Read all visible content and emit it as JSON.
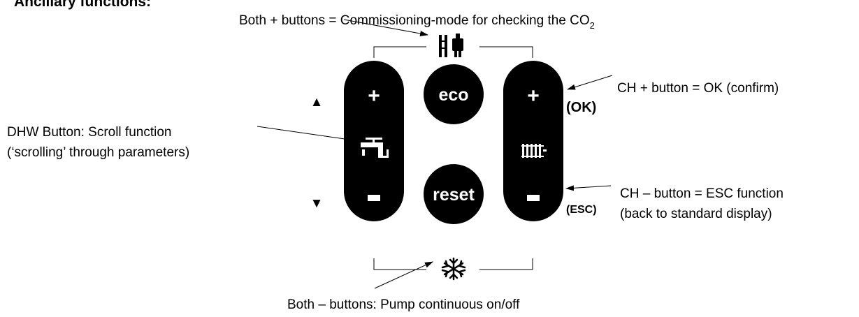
{
  "heading": "Ancillary functions:",
  "annotations": {
    "top": {
      "prefix": "Both + buttons = Commissioning-mode for checking the CO",
      "subscript": "2"
    },
    "ok_line": "CH + button = OK (confirm)",
    "dhw_line1": "DHW Button: Scroll function",
    "dhw_line2": "(‘scrolling’ through parameters)",
    "esc_line1": "CH – button = ESC function",
    "esc_line2": "(back to standard display)",
    "bottom": "Both – buttons: Pump continuous on/off"
  },
  "buttons": {
    "eco": "eco",
    "reset": "reset",
    "plus": "+",
    "minus": "-"
  },
  "side_labels": {
    "ok": "(OK)",
    "esc": "(ESC)"
  },
  "icons": {
    "up": "▲",
    "down": "▼",
    "chimney": "chimney-sweep-icon",
    "tap": "tap-icon",
    "radiator": "radiator-icon",
    "snowflake": "snowflake-icon"
  },
  "colors": {
    "button_fill": "#000000",
    "background": "#ffffff",
    "line": "#000000"
  }
}
